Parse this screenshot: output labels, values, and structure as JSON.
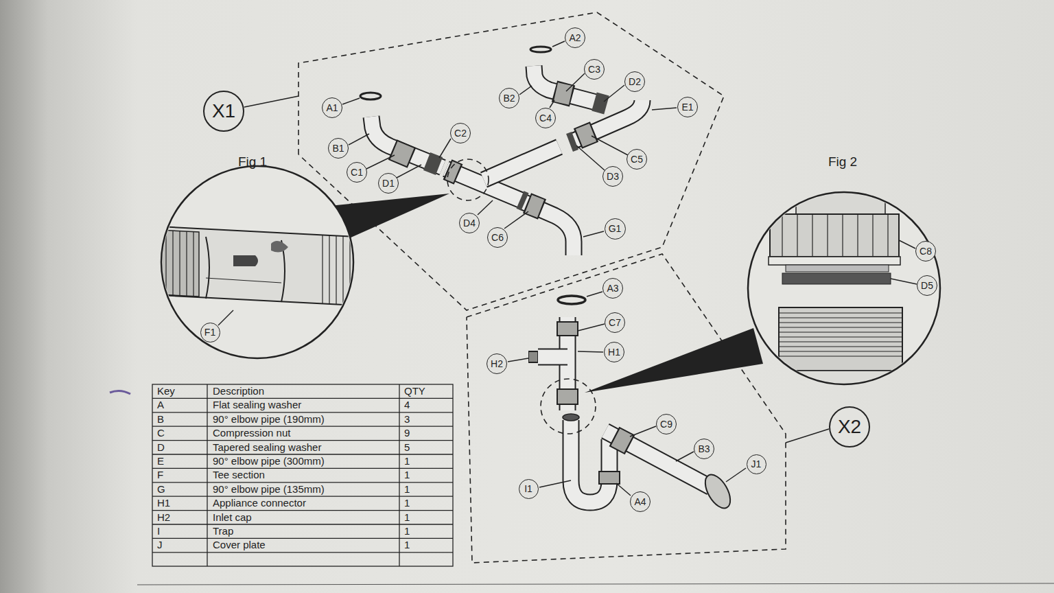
{
  "diagram": {
    "nodes": [
      {
        "text": [
          "A2"
        ]
      },
      {
        "text": [
          "C3"
        ]
      },
      {
        "text": [
          "D2"
        ]
      },
      {
        "text": [
          "B2"
        ]
      },
      {
        "text": [
          "E1"
        ]
      },
      {
        "text": [
          "A1"
        ]
      },
      {
        "text": [
          "X1"
        ]
      },
      {
        "text": [
          "C4"
        ]
      },
      {
        "text": [
          "C2"
        ]
      },
      {
        "text": [
          "B1"
        ]
      },
      {
        "text": [
          "C5"
        ]
      },
      {
        "text": [
          "C1"
        ]
      },
      {
        "text": [
          "D3"
        ]
      },
      {
        "text": [
          "D1"
        ]
      },
      {
        "text": [
          "D4"
        ]
      },
      {
        "text": [
          "G1"
        ]
      },
      {
        "text": [
          "C6"
        ]
      },
      {
        "text": [
          "C8"
        ]
      },
      {
        "text": [
          "D5"
        ]
      },
      {
        "text": [
          "A3"
        ]
      },
      {
        "text": [
          "C7"
        ]
      },
      {
        "text": [
          "F1"
        ]
      },
      {
        "text": [
          "H1"
        ]
      },
      {
        "text": [
          "H2"
        ]
      },
      {
        "text": [
          "C9"
        ]
      },
      {
        "text": [
          "X2"
        ]
      },
      {
        "text": [
          "B3"
        ]
      },
      {
        "text": [
          "J1"
        ]
      },
      {
        "text": [
          "I1"
        ]
      },
      {
        "text": [
          "A4"
        ]
      }
    ],
    "labels": [
      "Fig 1",
      "Fig 2",
      "Key",
      "Description",
      "QTY",
      "A",
      "Flat sealing washer",
      "4",
      "B",
      "90° elbow pipe (190mm)",
      "3",
      "C",
      "Compression nut",
      "9",
      "D",
      "Tapered sealing washer",
      "5",
      "E",
      "90° elbow pipe (300mm)",
      "1",
      "F",
      "Tee section",
      "1",
      "G",
      "90° elbow pipe (135mm)",
      "1",
      "H1",
      "Appliance connector",
      "1",
      "H2",
      "Inlet cap",
      "1",
      "I",
      "Trap",
      "1",
      "J",
      "Cover plate",
      "1"
    ]
  }
}
